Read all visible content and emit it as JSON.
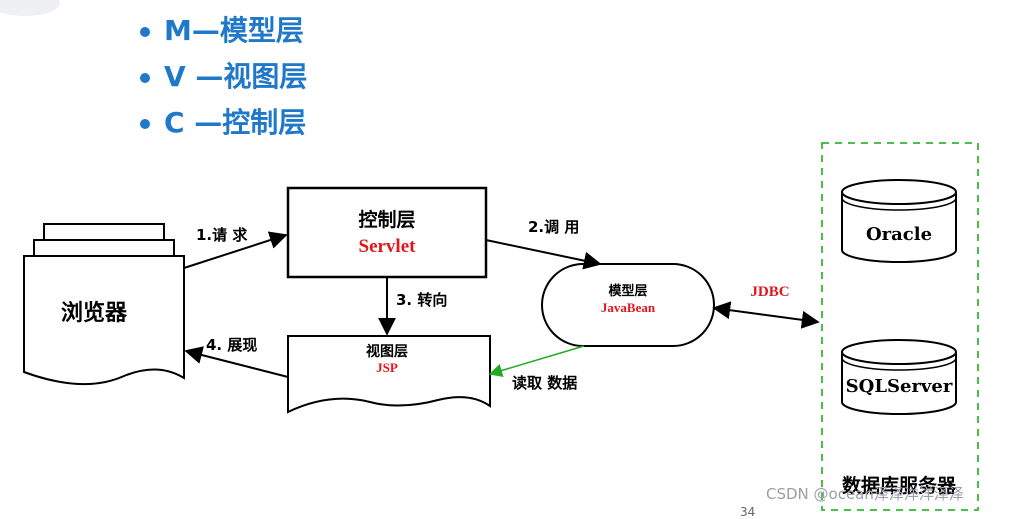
{
  "bullets": [
    {
      "text": "M—模型层"
    },
    {
      "text": "V —视图层"
    },
    {
      "text": "C —控制层"
    }
  ],
  "browser": {
    "label": "浏览器"
  },
  "controller": {
    "title": "控制层",
    "subtitle": "Servlet"
  },
  "model": {
    "title": "模型层",
    "subtitle": "JavaBean"
  },
  "view": {
    "title": "视图层",
    "subtitle": "JSP"
  },
  "arrows": {
    "request": "1.请 求",
    "call": "2.调 用",
    "forward": "3. 转向",
    "show": "4. 展现",
    "read": "读取 数据",
    "jdbc": "JDBC"
  },
  "database": {
    "title": "数据库服务器",
    "items": [
      {
        "label": "Oracle"
      },
      {
        "label": "SQLServer"
      }
    ]
  },
  "footer": {
    "watermark": "CSDN @ocean泽泽洋洋泽泽",
    "page_number": "34"
  },
  "colors": {
    "accent_blue": "#1f78c8",
    "red_text": "#e0161a",
    "green_dash": "#33b833",
    "green_arrow": "#22aa22"
  }
}
